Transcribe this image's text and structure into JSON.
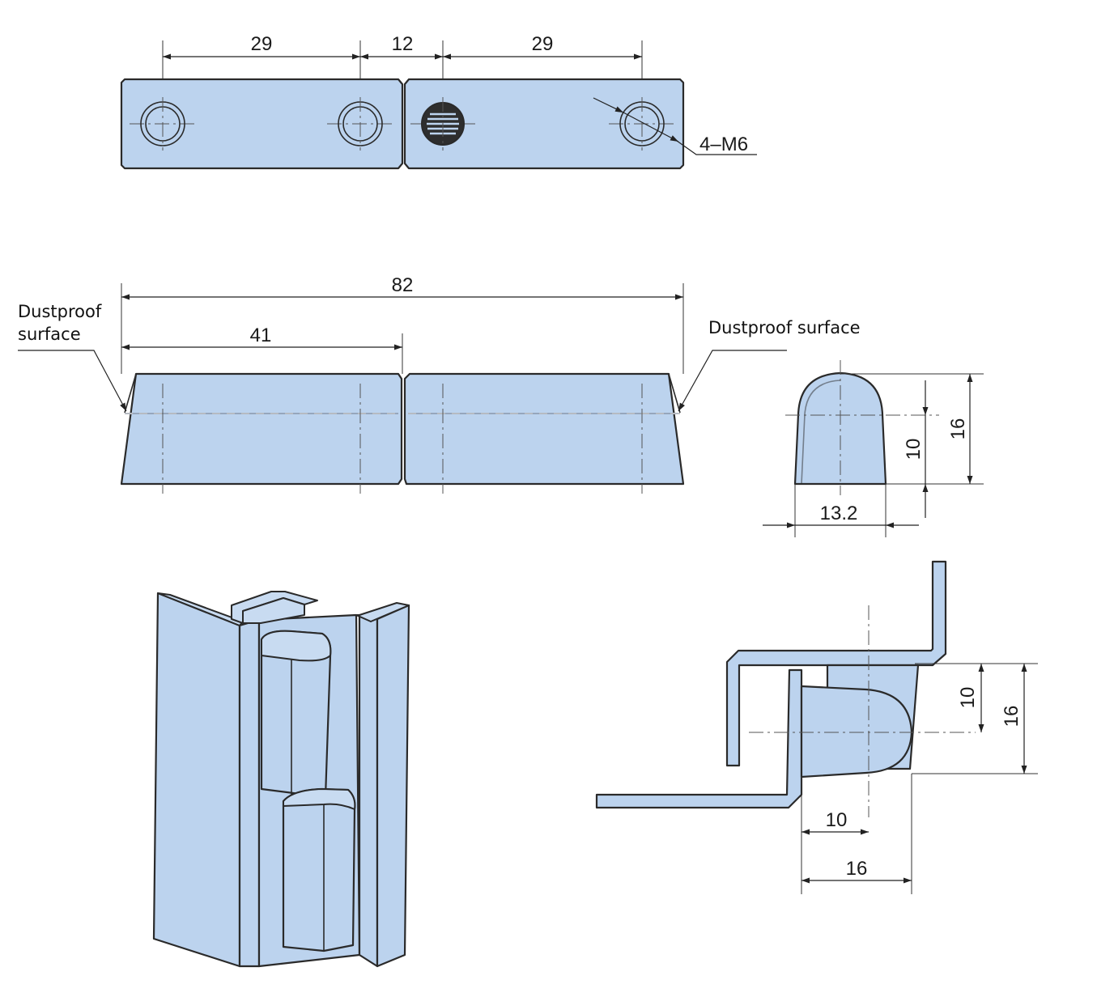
{
  "diagram": {
    "top_view": {
      "dim_left": "29",
      "dim_middle": "12",
      "dim_right": "29",
      "thread_callout": "4–M6"
    },
    "front_view": {
      "overall_length": "82",
      "half_length": "41",
      "note_left_line1": "Dustproof",
      "note_left_line2": "surface",
      "note_right": "Dustproof surface"
    },
    "side_view": {
      "height_knuckle": "10",
      "height_total": "16",
      "width": "13.2"
    },
    "install_view": {
      "height_knuckle": "10",
      "height_total": "16",
      "offset_short": "10",
      "offset_long": "16"
    }
  }
}
